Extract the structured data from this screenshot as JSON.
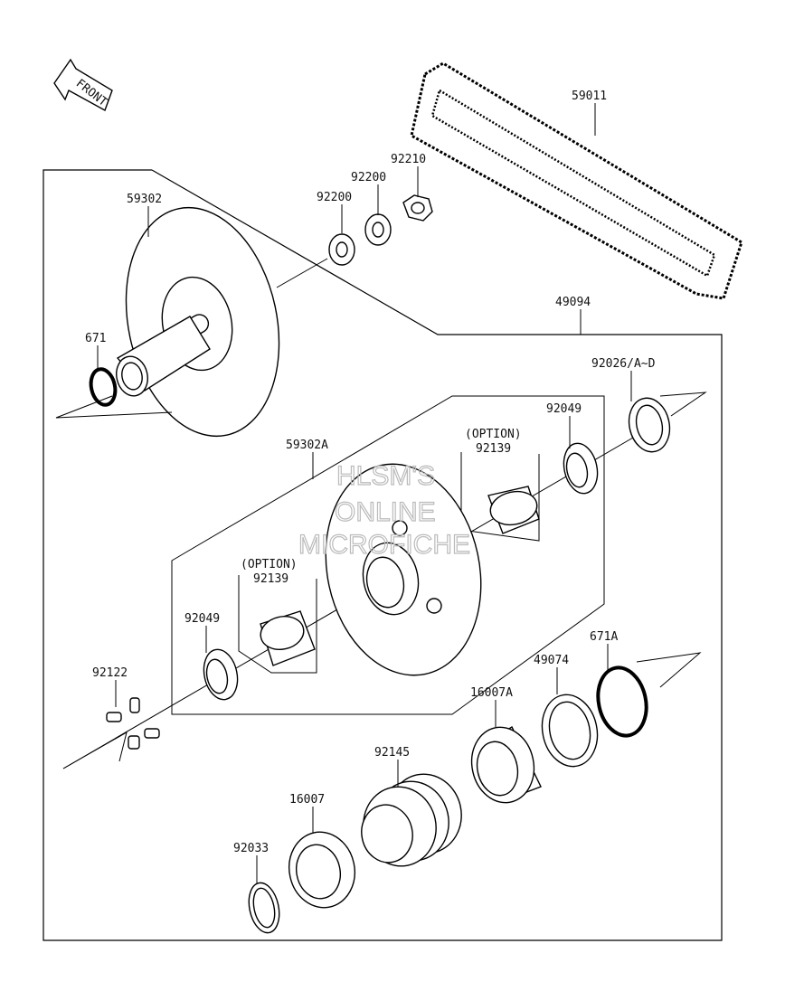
{
  "front_badge": "FRONT",
  "watermark": [
    "HLSM'S",
    "ONLINE",
    "MICROFICHE"
  ],
  "labels": {
    "p59011": "59011",
    "p92210": "92210",
    "p92200a": "92200",
    "p92200b": "92200",
    "p59302": "59302",
    "p49094": "49094",
    "p671": "671",
    "p92026": "92026/A~D",
    "p92049a": "92049",
    "option_a": "(OPTION)",
    "p92139a": "92139",
    "p59302A": "59302A",
    "option_b": "(OPTION)",
    "p92139b": "92139",
    "p92049b": "92049",
    "p671A": "671A",
    "p49074": "49074",
    "p92122": "92122",
    "p16007A": "16007A",
    "p92145": "92145",
    "p16007": "16007",
    "p92033": "92033"
  }
}
